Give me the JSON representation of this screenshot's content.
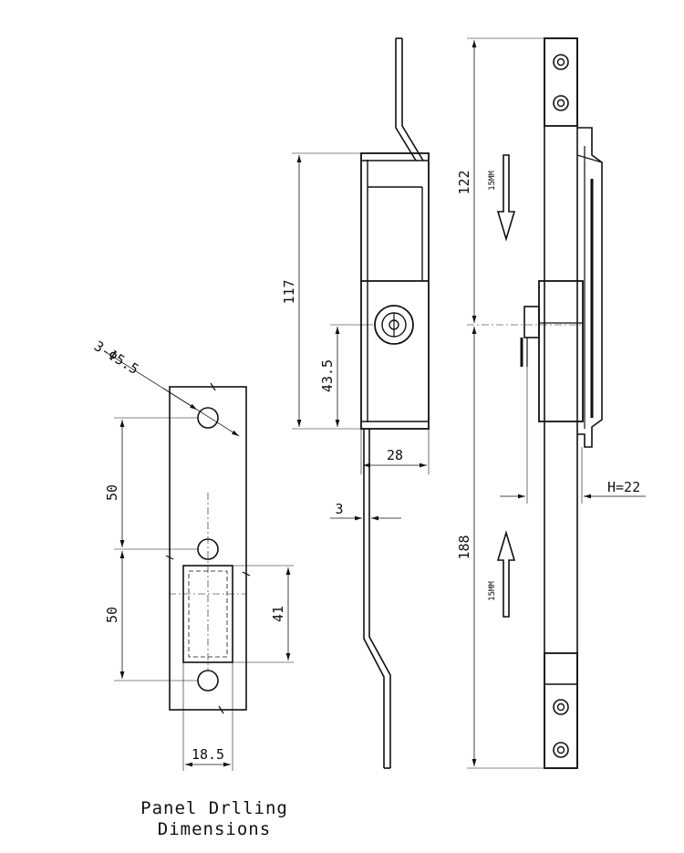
{
  "caption": {
    "line1": "Panel Drlling",
    "line2": "Dimensions"
  },
  "panel_drilling": {
    "hole_label": "3-Φ5.5",
    "hole_spacing_upper": "50",
    "hole_spacing_lower": "50",
    "cutout_height": "41",
    "cutout_width": "18.5"
  },
  "side_view": {
    "body_height": "117",
    "keyhole_height": "43.5",
    "body_depth": "28",
    "rod_thickness": "3"
  },
  "front_view": {
    "upper_length": "122",
    "lower_length": "188",
    "travel_up": "15MM",
    "travel_down": "15MM",
    "handle_height": "H=22"
  }
}
